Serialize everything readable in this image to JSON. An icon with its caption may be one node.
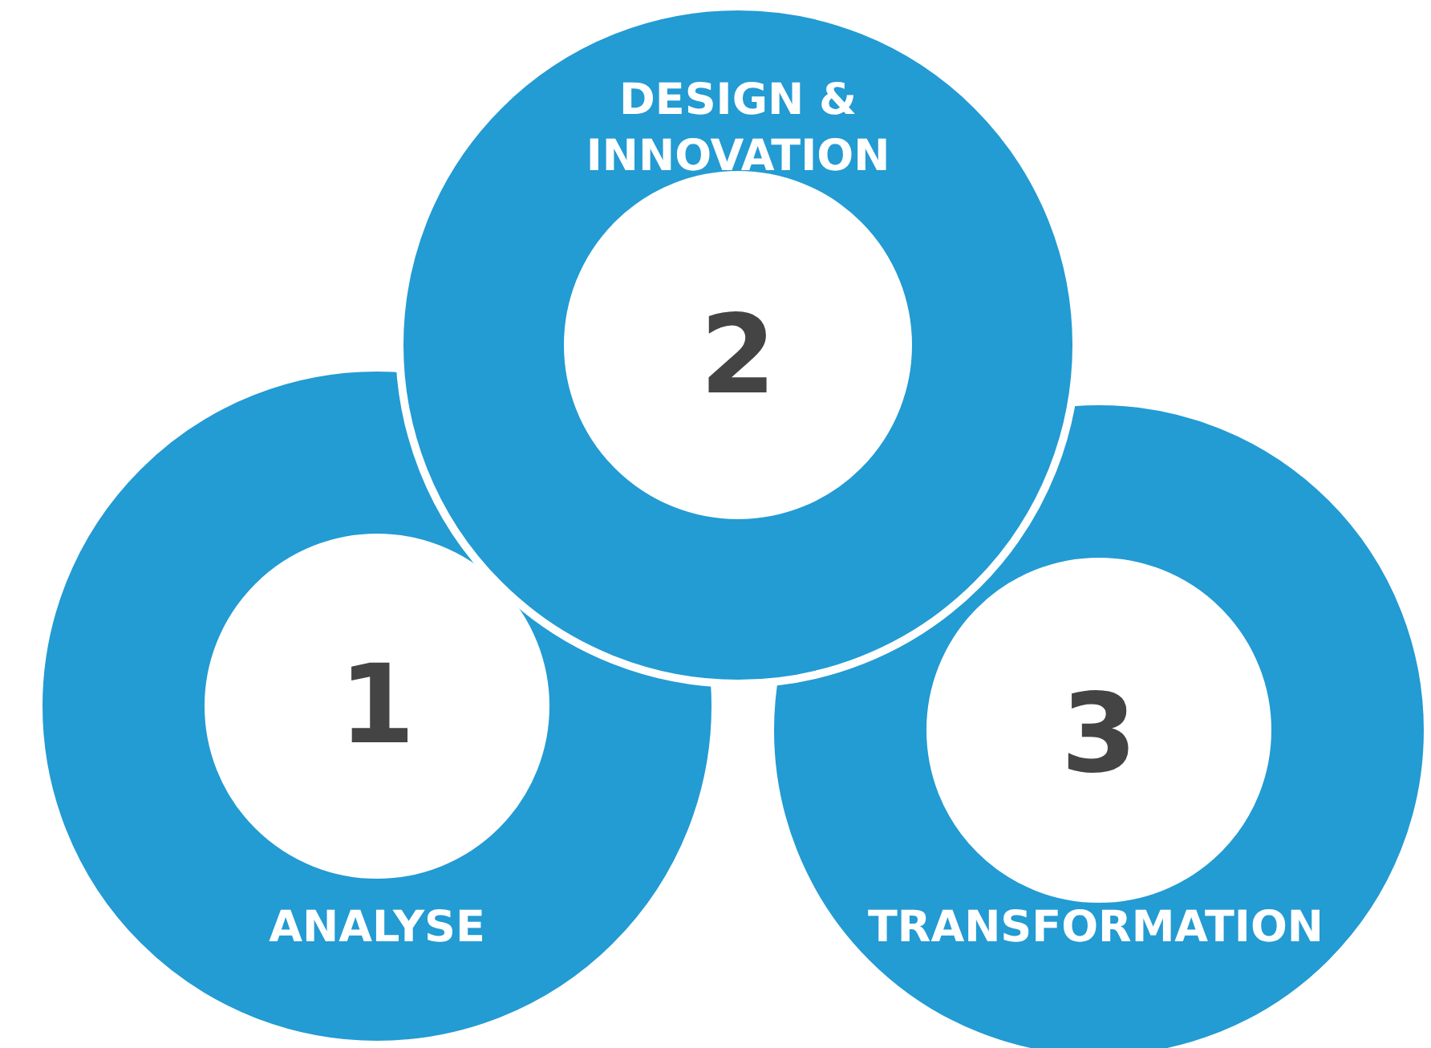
{
  "diagram": {
    "nodes": [
      {
        "text": [
          "1",
          "ANALYSE"
        ]
      },
      {
        "text": [
          "DESIGN & INNOVATION",
          "2"
        ]
      },
      {
        "text": [
          "3",
          "TRANSFORMATION"
        ]
      }
    ]
  }
}
